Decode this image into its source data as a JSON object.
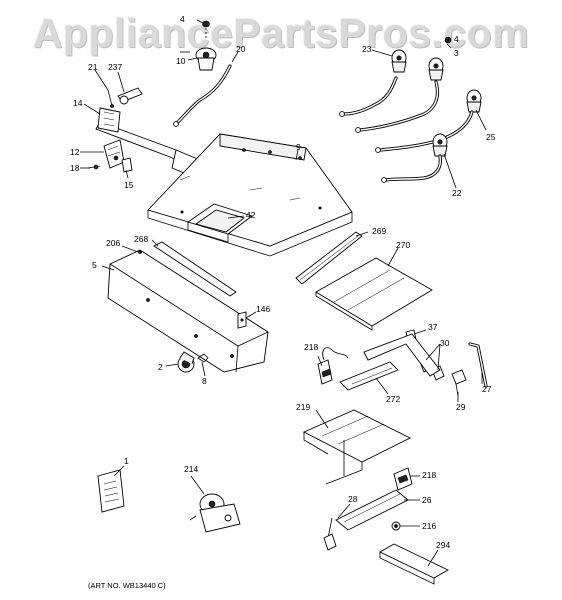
{
  "watermark": "AppliancePartsPros.com",
  "art_number": "(ART NO. WB13440 C)",
  "labels": {
    "l4a": "4",
    "l10": "10",
    "l20": "20",
    "l21": "21",
    "l237": "237",
    "l14": "14",
    "l12": "12",
    "l18": "18",
    "l15": "15",
    "l9": "9",
    "l42": "42",
    "l23": "23",
    "l4b": "4",
    "l3": "3",
    "l25": "25",
    "l22": "22",
    "l269": "269",
    "l270": "270",
    "l206": "206",
    "l268": "268",
    "l5": "5",
    "l146": "146",
    "l37": "37",
    "l218a": "218",
    "l30": "30",
    "l2": "2",
    "l8": "8",
    "l27": "27",
    "l272": "272",
    "l29": "29",
    "l219": "219",
    "l1": "1",
    "l214": "214",
    "l218b": "218",
    "l28": "28",
    "l26": "26",
    "l216": "216",
    "l294": "294"
  }
}
